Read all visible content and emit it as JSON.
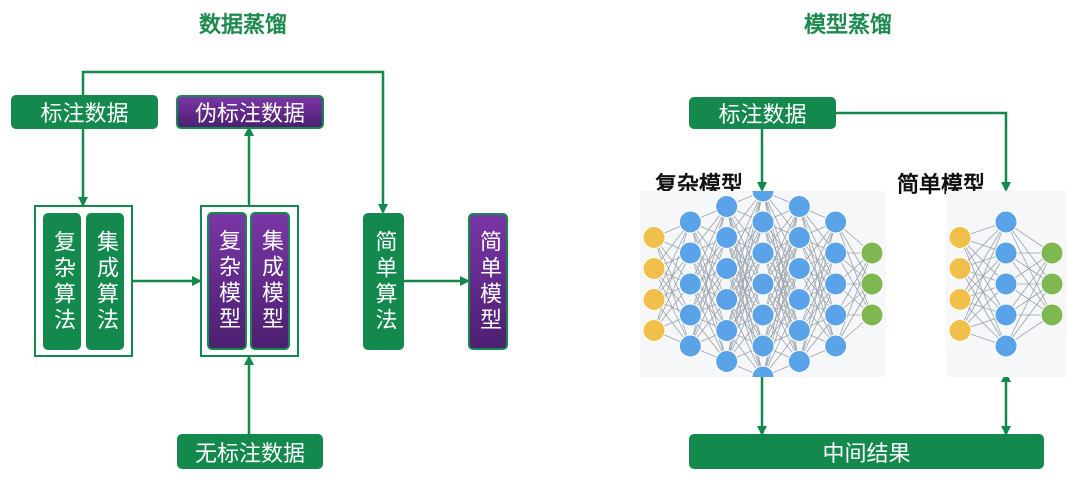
{
  "titles": {
    "data_distillation": "数据蒸馏",
    "model_distillation": "模型蒸馏"
  },
  "left": {
    "labeled_data": "标注数据",
    "pseudo_labeled_data": "伪标注数据",
    "unlabeled_data": "无标注数据",
    "complex_algorithm": "复杂算法",
    "ensemble_algorithm": "集成算法",
    "complex_model": "复杂模型",
    "ensemble_model": "集成模型",
    "simple_algorithm": "简单算法",
    "simple_model": "简单模型"
  },
  "right": {
    "labeled_data": "标注数据",
    "complex_model_label": "复杂模型",
    "simple_model_label": "简单模型",
    "intermediate_result": "中间结果"
  },
  "colors": {
    "green": "#13894e",
    "purple": "#5e2a86",
    "node_input": "#f0c04a",
    "node_hidden": "#5aa3e8",
    "node_output": "#7fb850"
  },
  "networks": {
    "complex": {
      "layers": [
        4,
        5,
        6,
        7,
        6,
        5,
        3
      ]
    },
    "simple": {
      "layers": [
        4,
        5,
        3
      ]
    }
  }
}
